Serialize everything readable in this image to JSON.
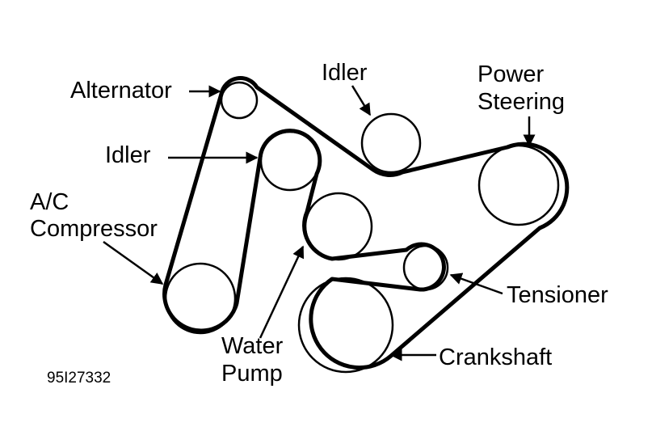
{
  "labels": {
    "alternator": "Alternator",
    "idler_top": "Idler",
    "power_steering_line1": "Power",
    "power_steering_line2": "Steering",
    "idler_left": "Idler",
    "ac_line1": "A/C",
    "ac_line2": "Compressor",
    "tensioner": "Tensioner",
    "water_line1": "Water",
    "water_line2": "Pump",
    "crankshaft": "Crankshaft"
  },
  "figure_code": "95I27332",
  "colors": {
    "line": "#000000",
    "background": "#ffffff"
  }
}
